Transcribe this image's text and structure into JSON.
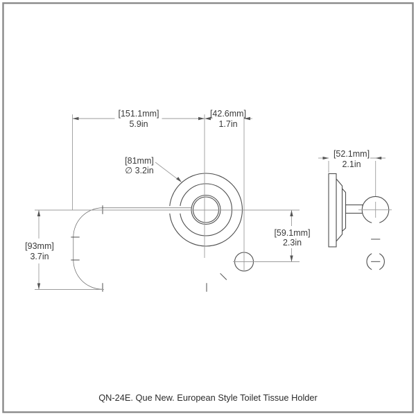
{
  "product": {
    "caption": "QN-24E. Que New. European Style Toilet Tissue Holder"
  },
  "dimensions": {
    "width": {
      "mm": "[151.1mm]",
      "inch": "5.9in"
    },
    "offset": {
      "mm": "[42.6mm]",
      "inch": "1.7in"
    },
    "plate": {
      "mm": "[81mm]",
      "inch": "∅ 3.2in"
    },
    "drop": {
      "mm": "[59.1mm]",
      "inch": "2.3in"
    },
    "height": {
      "mm": "[93mm]",
      "inch": "3.7in"
    },
    "projection": {
      "mm": "[52.1mm]",
      "inch": "2.1in"
    }
  },
  "colors": {
    "background": "#ffffff",
    "frame": "#8a8a8a",
    "drawing_line": "#4d4d4d",
    "dimension_line": "#9b9b9b",
    "text": "#3a3a3a"
  }
}
